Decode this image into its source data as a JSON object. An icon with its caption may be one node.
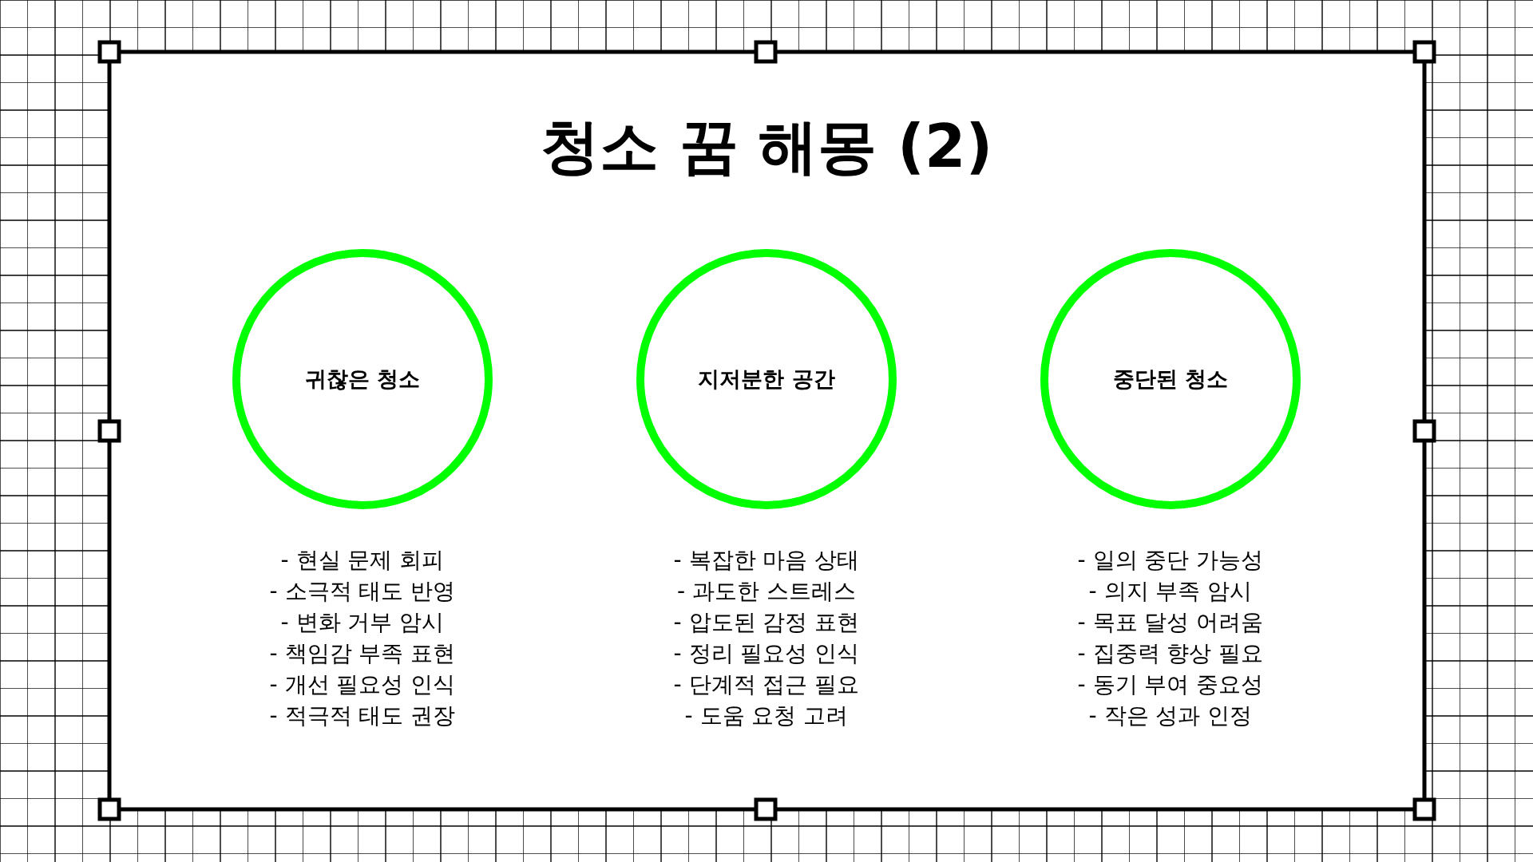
{
  "diagram": {
    "title": "청소 꿈 해몽 (2)",
    "nodes": [
      {
        "text": [
          "귀찮은 청소"
        ],
        "beside": [
          "- 현실 문제 회피",
          "- 소극적 태도 반영",
          "- 변화 거부 암시",
          "- 책임감 부족 표현",
          "- 개선 필요성 인식",
          "- 적극적 태도 권장"
        ]
      },
      {
        "text": [
          "지저분한 공간"
        ],
        "beside": [
          "- 복잡한 마음 상태",
          "- 과도한 스트레스",
          "- 압도된 감정 표현",
          "- 정리 필요성 인식",
          "- 단계적 접근 필요",
          "- 도움 요청 고려"
        ]
      },
      {
        "text": [
          "중단된 청소"
        ],
        "beside": [
          "- 일의 중단 가능성",
          "- 의지 부족 암시",
          "- 목표 달성 어려움",
          "- 집중력 향상 필요",
          "- 동기 부여 중요성",
          "- 작은 성과 인정"
        ]
      }
    ]
  }
}
